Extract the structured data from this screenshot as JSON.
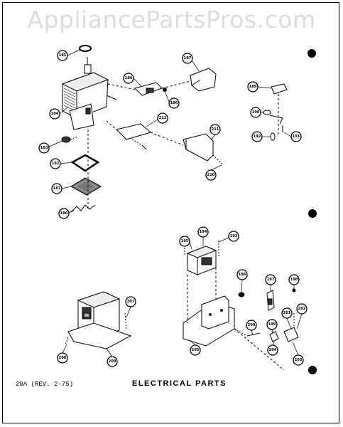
{
  "watermark": "AppliancePartsPros.com",
  "footer": {
    "ref": "20A (REV. 2-75)",
    "title": "ELECTRICAL PARTS"
  },
  "callouts": {
    "c180": "180",
    "c181": "181",
    "c182": "182",
    "c183": "183",
    "c184": "184",
    "c185": "185",
    "c186a": "186",
    "c186b": "186",
    "c187": "187",
    "c189": "189",
    "c190": "190",
    "c191": "191",
    "c192": "192",
    "c193": "193",
    "c194": "194",
    "c195": "195",
    "c196": "196",
    "c197": "197",
    "c198": "198",
    "c199": "199",
    "c200": "200",
    "c201": "201",
    "c202": "202",
    "c203": "203",
    "c204": "204",
    "c205": "205",
    "c207": "207",
    "c208": "208",
    "c209": "209",
    "c210": "210",
    "c211": "211",
    "c212": "212"
  }
}
